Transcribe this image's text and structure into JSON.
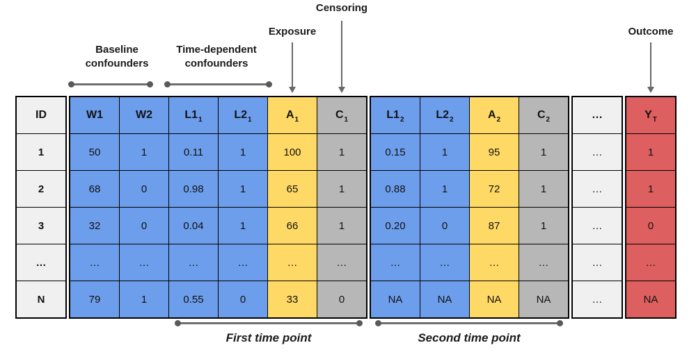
{
  "annotations": {
    "censoring": "Censoring",
    "exposure": "Exposure",
    "outcome": "Outcome",
    "baseline_confounders": "Baseline\nconfounders",
    "time_dependent_confounders": "Time-dependent\nconfounders",
    "first_time_point": "First time point",
    "second_time_point": "Second time point"
  },
  "colors": {
    "light": "#f0f0f0",
    "blue": "#6d9eeb",
    "yellow": "#ffd966",
    "gray": "#b7b7b7",
    "red": "#dd5f5f",
    "line": "#686868"
  },
  "table": {
    "headers": [
      {
        "t": "ID",
        "s": ""
      },
      {
        "t": "W1",
        "s": ""
      },
      {
        "t": "W2",
        "s": ""
      },
      {
        "t": "L1",
        "s": "1"
      },
      {
        "t": "L2",
        "s": "1"
      },
      {
        "t": "A",
        "s": "1"
      },
      {
        "t": "C",
        "s": "1"
      },
      {
        "t": "L1",
        "s": "2"
      },
      {
        "t": "L2",
        "s": "2"
      },
      {
        "t": "A",
        "s": "2"
      },
      {
        "t": "C",
        "s": "2"
      },
      {
        "t": "…",
        "s": ""
      },
      {
        "t": "Y",
        "s": "T"
      }
    ],
    "column_colors": [
      "light",
      "blue",
      "blue",
      "blue",
      "blue",
      "yellow",
      "gray",
      "blue",
      "blue",
      "yellow",
      "gray",
      "light",
      "red"
    ],
    "groups": [
      [
        0
      ],
      [
        1,
        2,
        3,
        4,
        5,
        6
      ],
      [
        7,
        8,
        9,
        10
      ],
      [
        11
      ],
      [
        12
      ]
    ],
    "rows": [
      [
        "1",
        "50",
        "1",
        "0.11",
        "1",
        "100",
        "1",
        "0.15",
        "1",
        "95",
        "1",
        "…",
        "1"
      ],
      [
        "2",
        "68",
        "0",
        "0.98",
        "1",
        "65",
        "1",
        "0.88",
        "1",
        "72",
        "1",
        "…",
        "1"
      ],
      [
        "3",
        "32",
        "0",
        "0.04",
        "1",
        "66",
        "1",
        "0.20",
        "0",
        "87",
        "1",
        "…",
        "0"
      ],
      [
        "…",
        "…",
        "…",
        "…",
        "…",
        "…",
        "…",
        "…",
        "…",
        "…",
        "…",
        "…",
        "…"
      ],
      [
        "N",
        "79",
        "1",
        "0.55",
        "0",
        "33",
        "0",
        "NA",
        "NA",
        "NA",
        "NA",
        "…",
        "NA"
      ]
    ]
  }
}
